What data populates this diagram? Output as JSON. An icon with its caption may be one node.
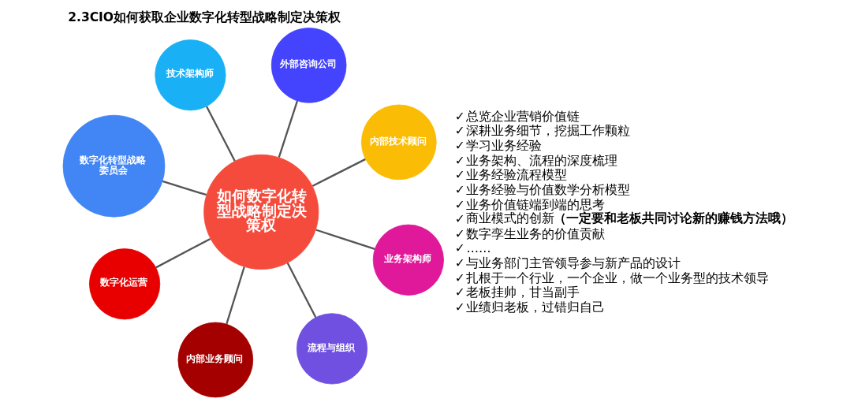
{
  "diagram": {
    "title": "2.3CIO如何获取企业数字化转型战略制定决策权",
    "nodes": [
      {
        "text": [
          "数字化转型战略委员会"
        ]
      },
      {
        "text": [
          "内部技术顾问"
        ]
      },
      {
        "text": [
          "内部业务顾问"
        ]
      },
      {
        "text": [
          "如何数字化转型战略制定决策权"
        ]
      },
      {
        "text": [
          "外部咨询公司"
        ]
      },
      {
        "text": [
          "技术架构师"
        ]
      },
      {
        "text": [
          "数字化运营"
        ]
      },
      {
        "text": [
          "业务架构师"
        ]
      },
      {
        "text": [
          "流程与组织"
        ]
      }
    ],
    "edges": [
      {
        "from": 3,
        "to": 0,
        "arrow": "none"
      },
      {
        "from": 3,
        "to": 1,
        "arrow": "none"
      },
      {
        "from": 3,
        "to": 2,
        "arrow": "none"
      },
      {
        "from": 3,
        "to": 4,
        "arrow": "none"
      },
      {
        "from": 3,
        "to": 6,
        "arrow": "none"
      },
      {
        "from": 3,
        "to": 8,
        "arrow": "none"
      },
      {
        "from": 3,
        "to": 7,
        "arrow": "none"
      },
      {
        "from": 3,
        "to": 5,
        "arrow": "none"
      }
    ],
    "labels": [
      "✓",
      "总览企业营销价值链",
      "✓",
      "深耕业务细节，挖掘工作颗粒",
      "✓",
      "学习业务经验",
      "✓",
      "业务架构、流程的深度梳理",
      "✓",
      "业务经验流程模型",
      "✓",
      "业务经验与价值数学分析模型",
      "✓",
      "业务价值链端到端的思考",
      "✓",
      "商业模式的创新**（一定要和老板共同讨论新的赚钱方法哦）**",
      "✓",
      "数字孪生业务的价值贡献",
      "✓",
      "……",
      "✓",
      "与业务部门主管领导参与新产品的设计",
      "✓",
      "扎根于一个行业，一个企业，做一个业务型的技术领导",
      "✓",
      "老板挂帅，甘当副手",
      "✓",
      "业绩归老板，过错归自己"
    ]
  }
}
